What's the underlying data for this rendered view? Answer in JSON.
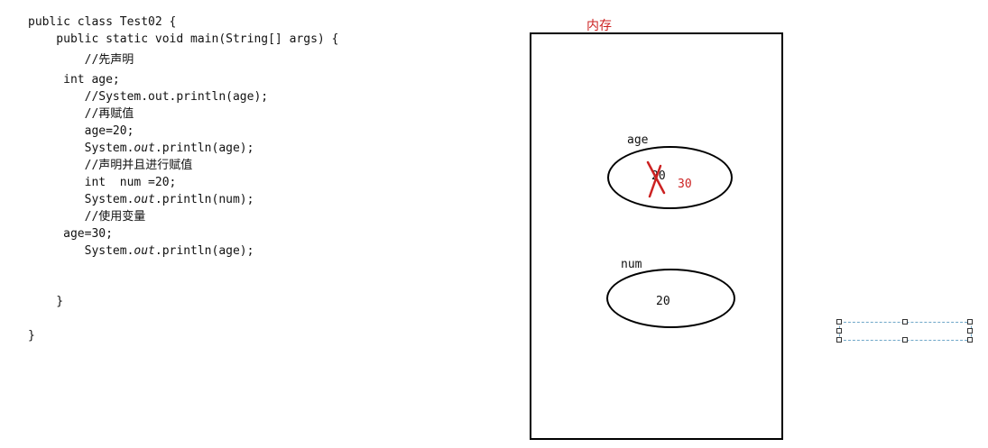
{
  "code": {
    "lines": [
      {
        "text": "public class Test02 {"
      },
      {
        "text": "    public static void main(String[] args) {"
      },
      {
        "text": "        //先声明"
      },
      {
        "text": "     int age;"
      },
      {
        "text": "        //System.out.println(age);"
      },
      {
        "text": "        //再赋值"
      },
      {
        "text": "        age=20;"
      },
      {
        "pre": "        System.",
        "it": "out",
        "post": ".println(age);"
      },
      {
        "text": "        //声明并且进行赋值"
      },
      {
        "text": "        int  num =20;"
      },
      {
        "pre": "        System.",
        "it": "out",
        "post": ".println(num);"
      },
      {
        "text": "        //使用变量"
      },
      {
        "text": "     age=30;"
      },
      {
        "pre": "        System.",
        "it": "out",
        "post": ".println(age);"
      },
      {
        "text": "    }"
      },
      {
        "text": "}"
      }
    ]
  },
  "memory": {
    "title": "内存",
    "variables": [
      {
        "name": "age",
        "old_value": "20",
        "new_value": "30",
        "old_value_crossed_out": true
      },
      {
        "name": "num",
        "value": "20"
      }
    ]
  },
  "colors": {
    "annotation": "#cc2222",
    "selection": "#6fa7c8"
  }
}
